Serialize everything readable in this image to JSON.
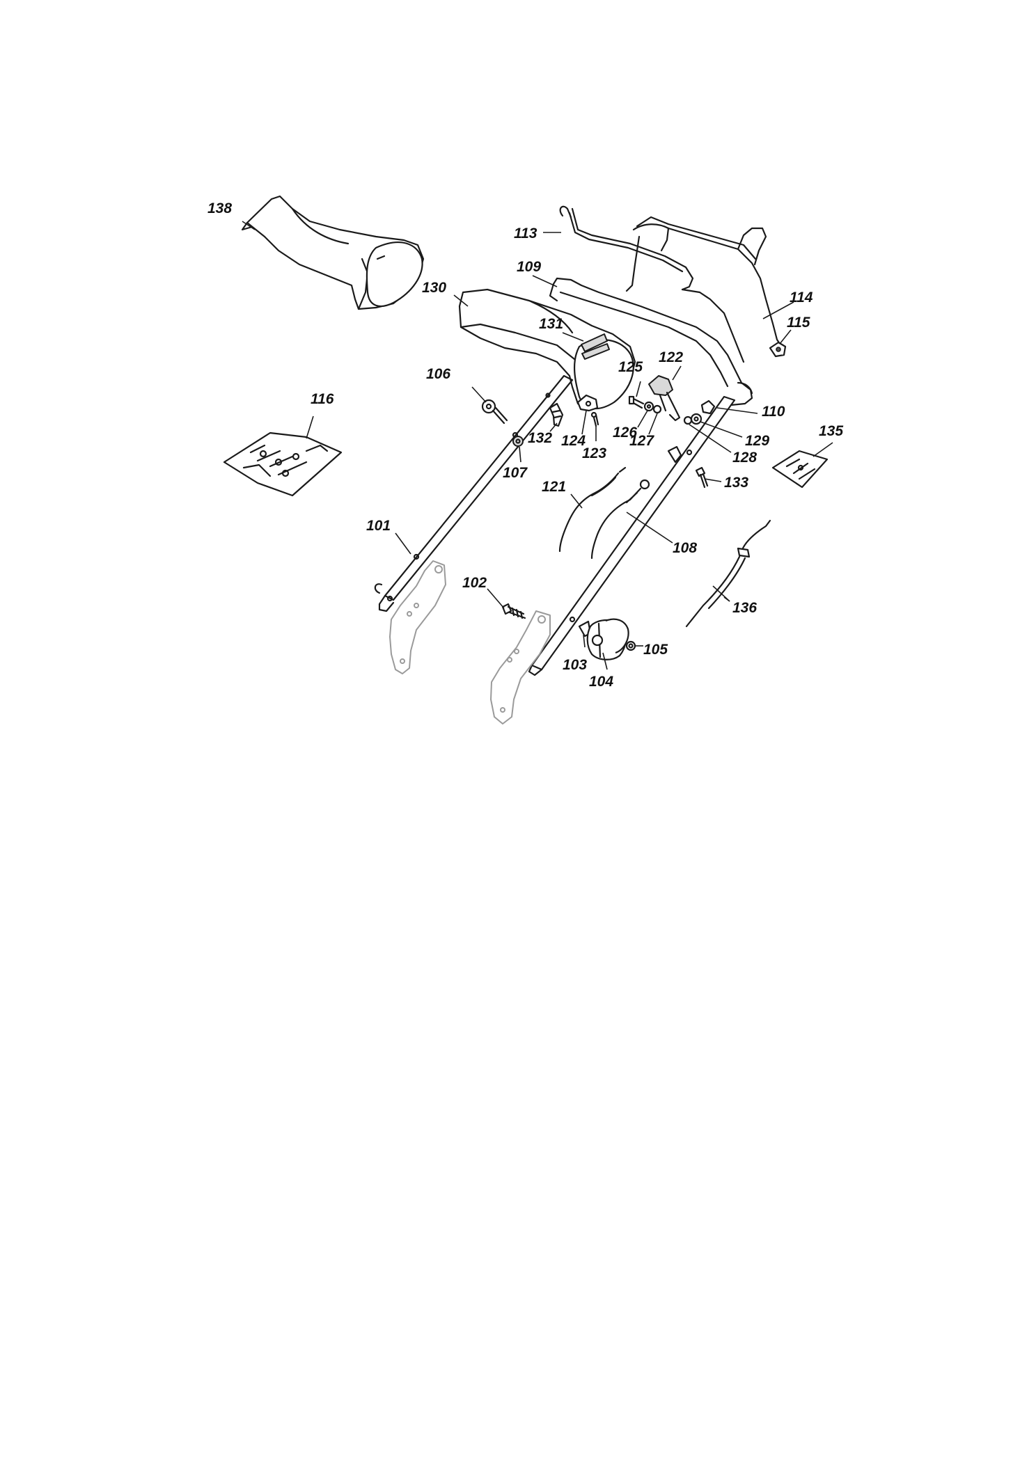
{
  "callouts": {
    "p101": "101",
    "p102": "102",
    "p103": "103",
    "p104": "104",
    "p105": "105",
    "p106": "106",
    "p107": "107",
    "p108": "108",
    "p109": "109",
    "p110": "110",
    "p113": "113",
    "p114": "114",
    "p115": "115",
    "p116": "116",
    "p121": "121",
    "p122": "122",
    "p123": "123",
    "p124": "124",
    "p125": "125",
    "p126": "126",
    "p127": "127",
    "p128": "128",
    "p129": "129",
    "p130": "130",
    "p131": "131",
    "p132": "132",
    "p133": "133",
    "p135": "135",
    "p136": "136",
    "p138": "138"
  }
}
